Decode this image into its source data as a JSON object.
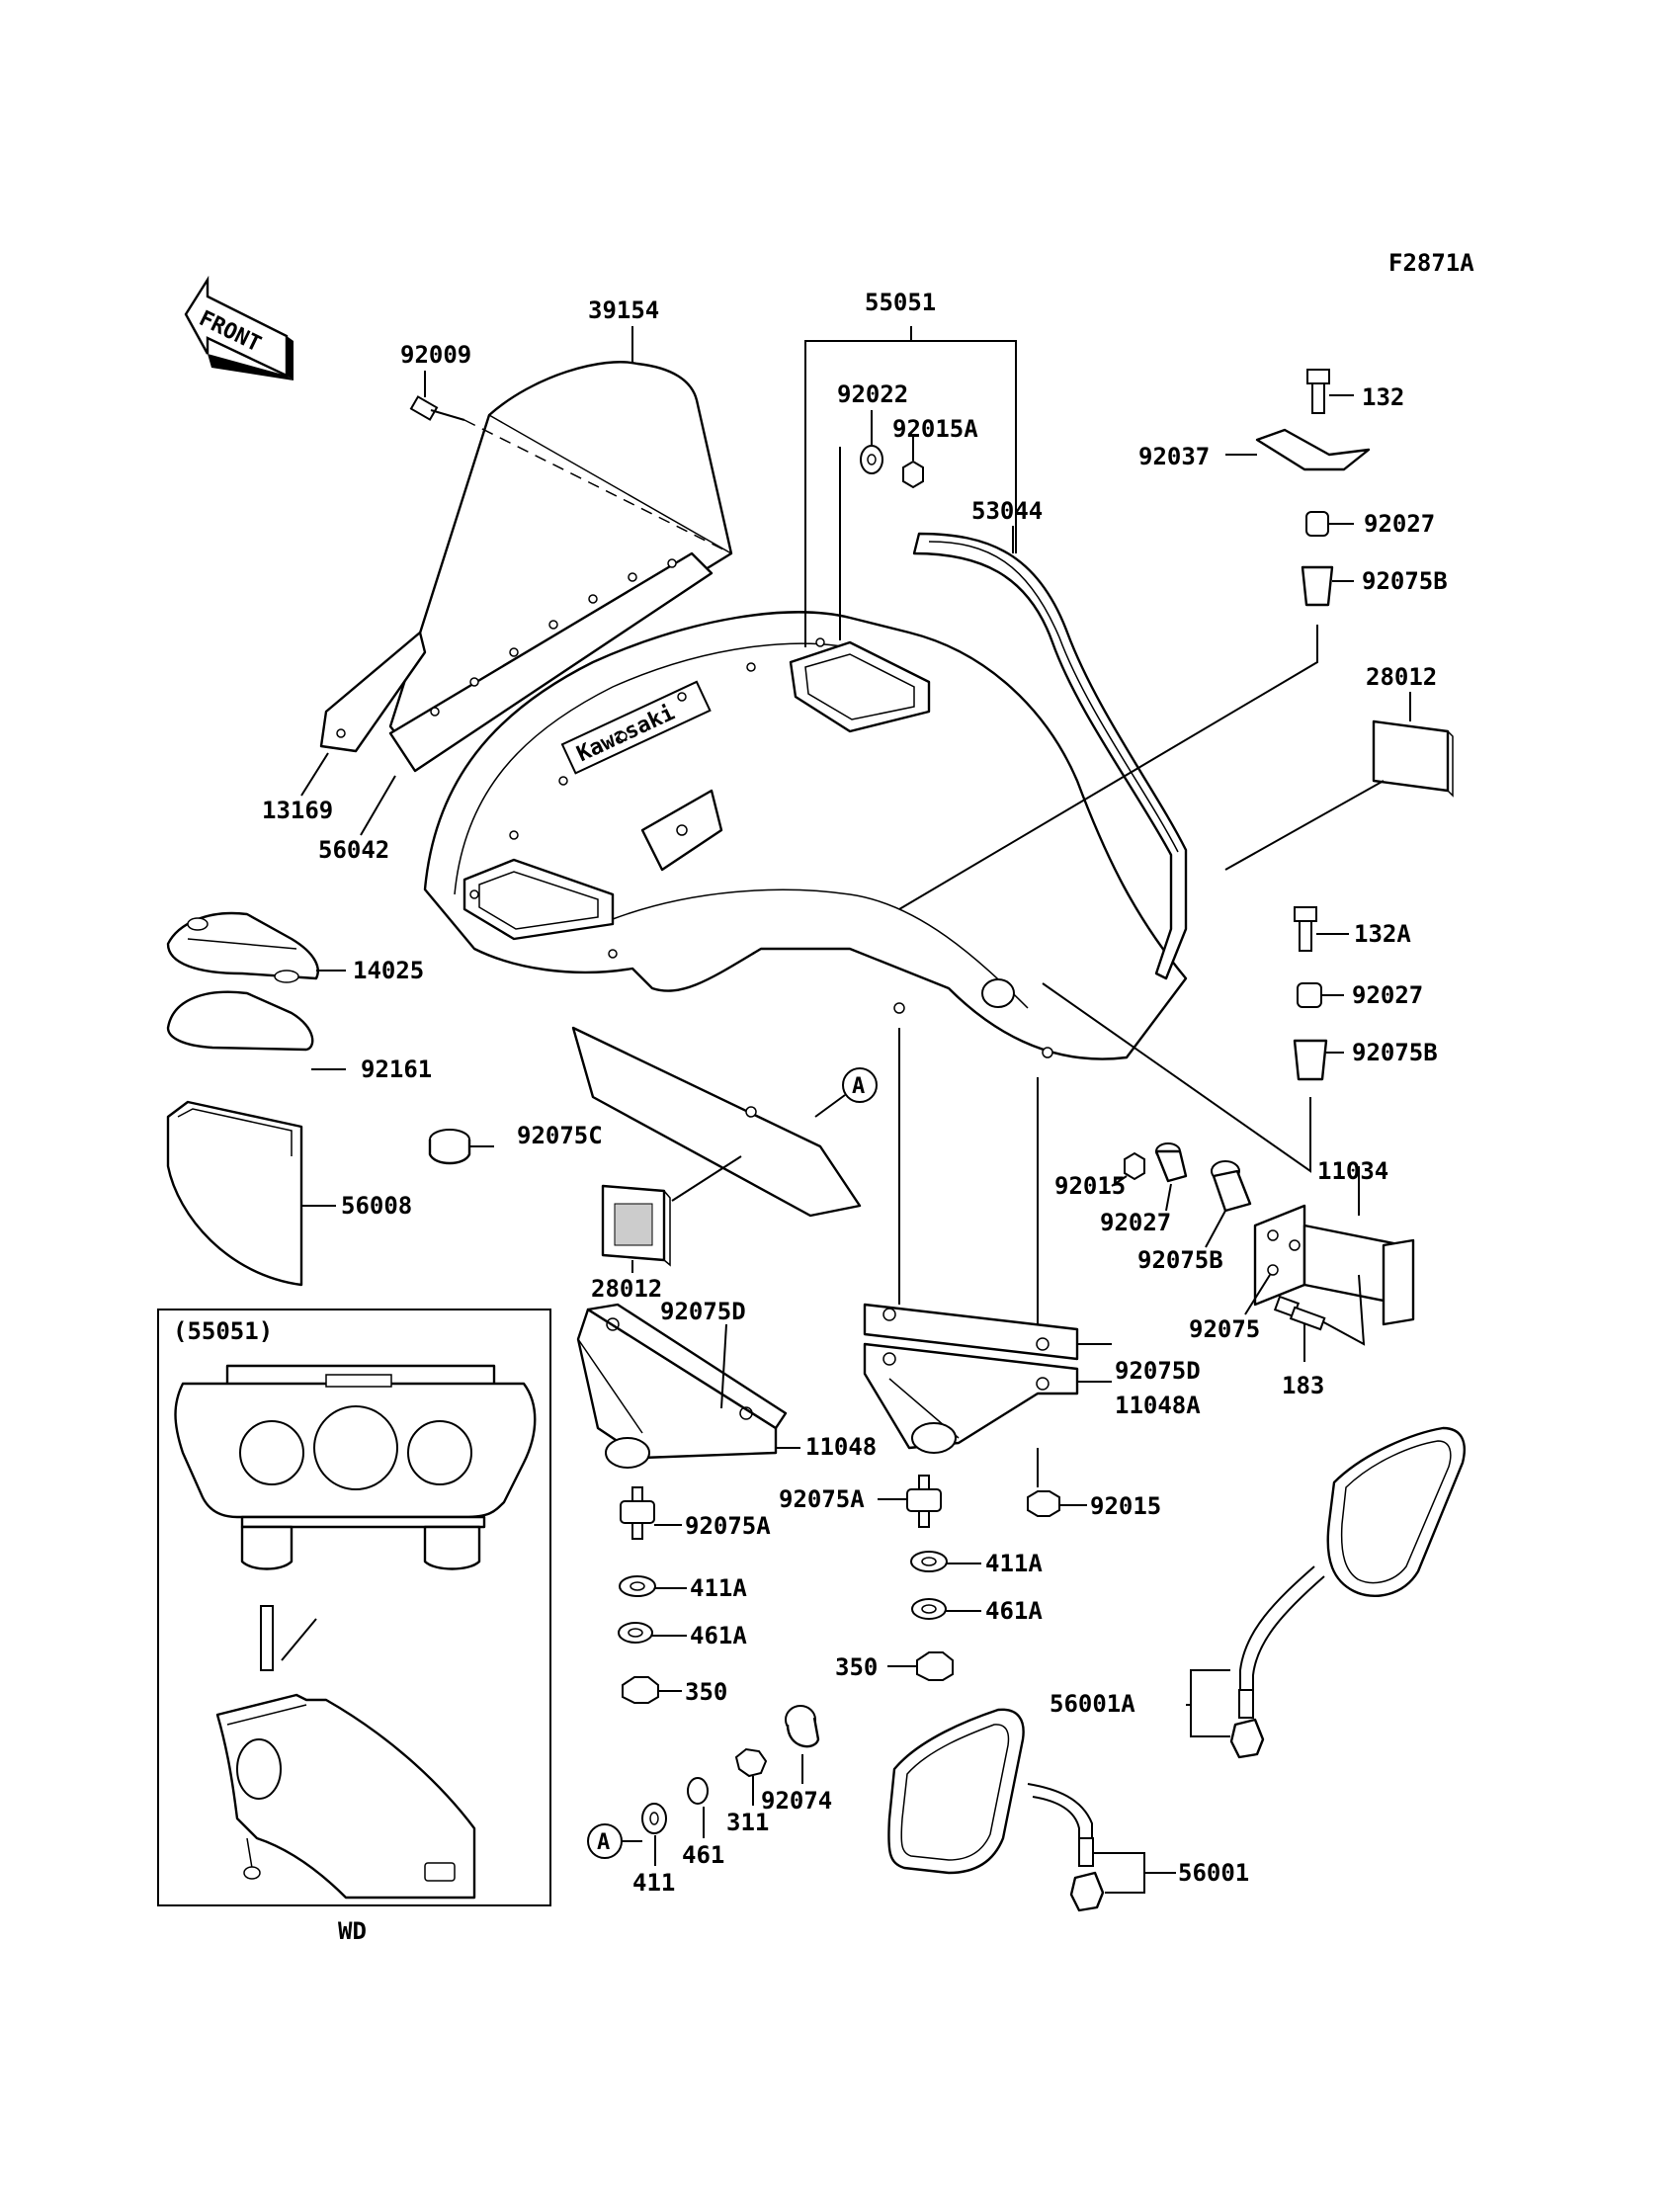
{
  "figure_code": "F2871A",
  "front_label": "FRONT",
  "inset_title": "(55051)",
  "inset_caption": "WD",
  "logo_text": "Kawasaki",
  "callout_letter": "A",
  "parts": [
    {
      "id": "p39154",
      "label": "39154"
    },
    {
      "id": "p55051",
      "label": "55051"
    },
    {
      "id": "p92009",
      "label": "92009"
    },
    {
      "id": "p92022",
      "label": "92022"
    },
    {
      "id": "p92015A",
      "label": "92015A"
    },
    {
      "id": "p53044",
      "label": "53044"
    },
    {
      "id": "p132",
      "label": "132"
    },
    {
      "id": "p92037",
      "label": "92037"
    },
    {
      "id": "p92027a",
      "label": "92027"
    },
    {
      "id": "p92075Ba",
      "label": "92075B"
    },
    {
      "id": "p28012a",
      "label": "28012"
    },
    {
      "id": "p13169",
      "label": "13169"
    },
    {
      "id": "p56042",
      "label": "56042"
    },
    {
      "id": "p14025",
      "label": "14025"
    },
    {
      "id": "p92161",
      "label": "92161"
    },
    {
      "id": "p56008",
      "label": "56008"
    },
    {
      "id": "p92075C",
      "label": "92075C"
    },
    {
      "id": "p132A",
      "label": "132A"
    },
    {
      "id": "p92027b",
      "label": "92027"
    },
    {
      "id": "p92075Bb",
      "label": "92075B"
    },
    {
      "id": "p11034",
      "label": "11034"
    },
    {
      "id": "p92015a",
      "label": "92015"
    },
    {
      "id": "p92027c",
      "label": "92027"
    },
    {
      "id": "p92075Bc",
      "label": "92075B"
    },
    {
      "id": "p92075",
      "label": "92075"
    },
    {
      "id": "p183",
      "label": "183"
    },
    {
      "id": "p28012b",
      "label": "28012"
    },
    {
      "id": "p92075Da",
      "label": "92075D"
    },
    {
      "id": "p92075Db",
      "label": "92075D"
    },
    {
      "id": "p11048A",
      "label": "11048A"
    },
    {
      "id": "p11048",
      "label": "11048"
    },
    {
      "id": "p92075Aa",
      "label": "92075A"
    },
    {
      "id": "p92075Ab",
      "label": "92075A"
    },
    {
      "id": "p92015b",
      "label": "92015"
    },
    {
      "id": "p411Aa",
      "label": "411A"
    },
    {
      "id": "p411Ab",
      "label": "411A"
    },
    {
      "id": "p461Aa",
      "label": "461A"
    },
    {
      "id": "p461Ab",
      "label": "461A"
    },
    {
      "id": "p350a",
      "label": "350"
    },
    {
      "id": "p350b",
      "label": "350"
    },
    {
      "id": "p92074",
      "label": "92074"
    },
    {
      "id": "p311",
      "label": "311"
    },
    {
      "id": "p461",
      "label": "461"
    },
    {
      "id": "p411",
      "label": "411"
    },
    {
      "id": "p56001A",
      "label": "56001A"
    },
    {
      "id": "p56001",
      "label": "56001"
    }
  ]
}
